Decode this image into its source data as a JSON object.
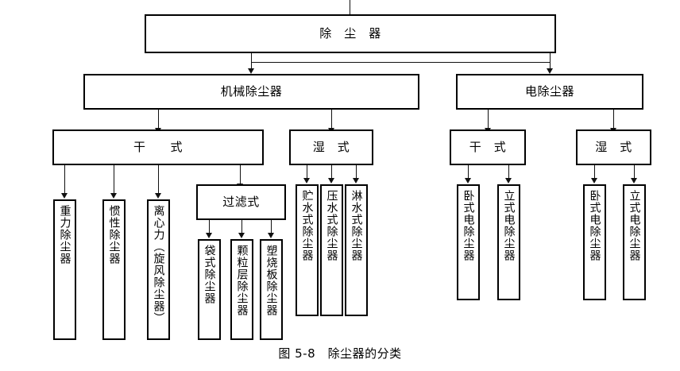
{
  "figure": {
    "caption": "图 5-8　除尘器的分类",
    "root": {
      "label": "除　尘　器"
    },
    "level2": [
      {
        "label": "机械除尘器"
      },
      {
        "label": "电除尘器"
      }
    ],
    "level3": [
      {
        "label": "干　　式"
      },
      {
        "label": "湿　式"
      },
      {
        "label": "干　式"
      },
      {
        "label": "湿　式"
      }
    ],
    "filter_group": {
      "label": "过滤式"
    },
    "leaves": {
      "mechanical_dry": [
        {
          "label": "重力除尘器"
        },
        {
          "label": "惯性除尘器"
        },
        {
          "label": "离心力（旋风除尘器）"
        }
      ],
      "mechanical_dry_filter": [
        {
          "label": "袋式除尘器"
        },
        {
          "label": "颗粒层除尘器"
        },
        {
          "label": "塑烧板除尘器"
        }
      ],
      "mechanical_wet": [
        {
          "label": "贮水式除尘器"
        },
        {
          "label": "压水式除尘器"
        },
        {
          "label": "淋水式除尘器"
        }
      ],
      "electrostatic_dry": [
        {
          "label": "卧式电除尘器"
        },
        {
          "label": "立式电除尘器"
        }
      ],
      "electrostatic_wet": [
        {
          "label": "卧式电除尘器"
        },
        {
          "label": "立式电除尘器"
        }
      ]
    },
    "colors": {
      "line": "#111111",
      "box_border": "#000000",
      "background": "#ffffff",
      "text": "#000000"
    }
  }
}
